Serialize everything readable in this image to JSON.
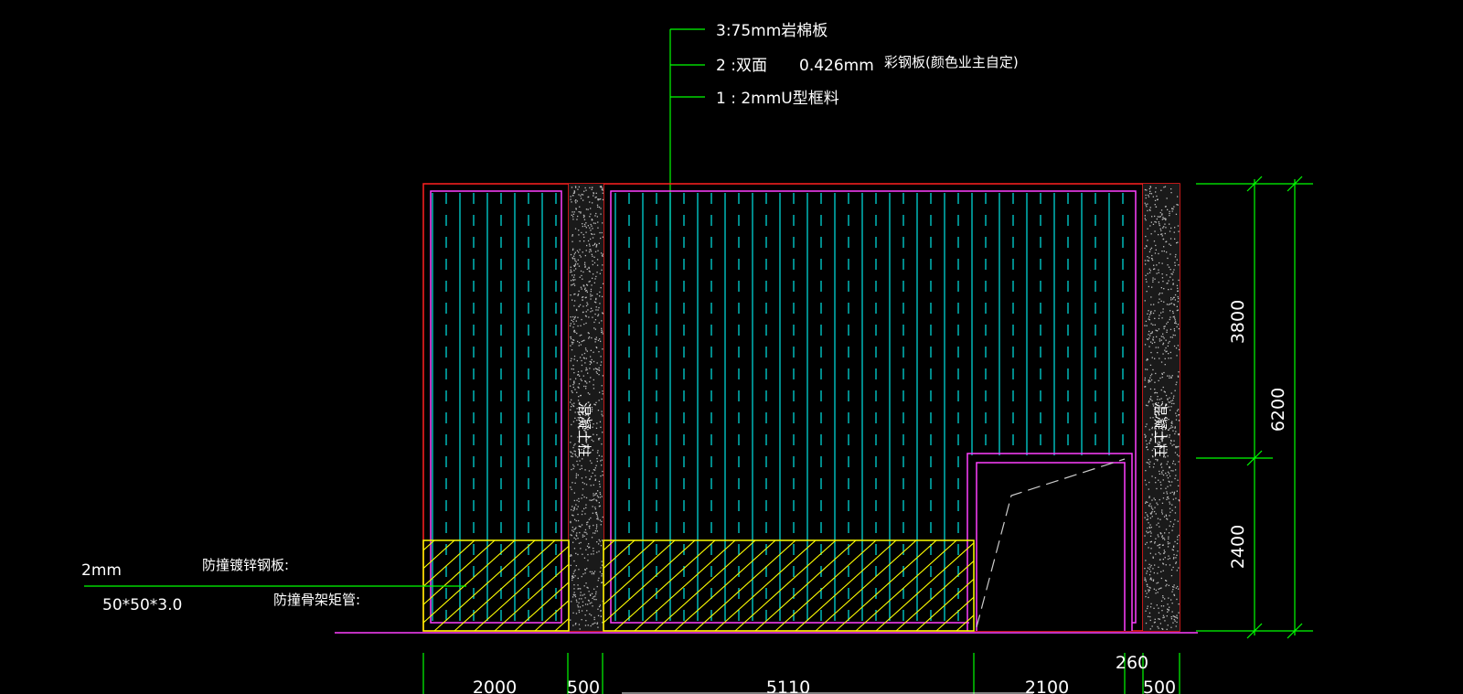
{
  "notes": {
    "layer3": "3:75mm岩棉板",
    "layer2_prefix": "2 :双面",
    "layer2_thickness": "0.426mm",
    "layer2_material": "彩钢板(颜色业主自定)",
    "layer1": "1 :  2mmU型框料"
  },
  "left_labels": {
    "thickness": "2mm",
    "plate": "防撞镀锌钢板:",
    "tube_size": "50*50*3.0",
    "tube": "防撞骨架矩管:"
  },
  "column_label": "混凝土柱",
  "dimensions": {
    "vertical": [
      "3800",
      "2400",
      "6200"
    ],
    "horizontal": [
      "2000",
      "500",
      "5110",
      "2100",
      "260",
      "500"
    ]
  },
  "colors": {
    "background": "#000000",
    "frame": "#ff2020",
    "panel": "#ff40ff",
    "stripe": "#00e5e5",
    "hatch": "#ffff00",
    "leader": "#00ff00",
    "dash": "#cccccc"
  }
}
